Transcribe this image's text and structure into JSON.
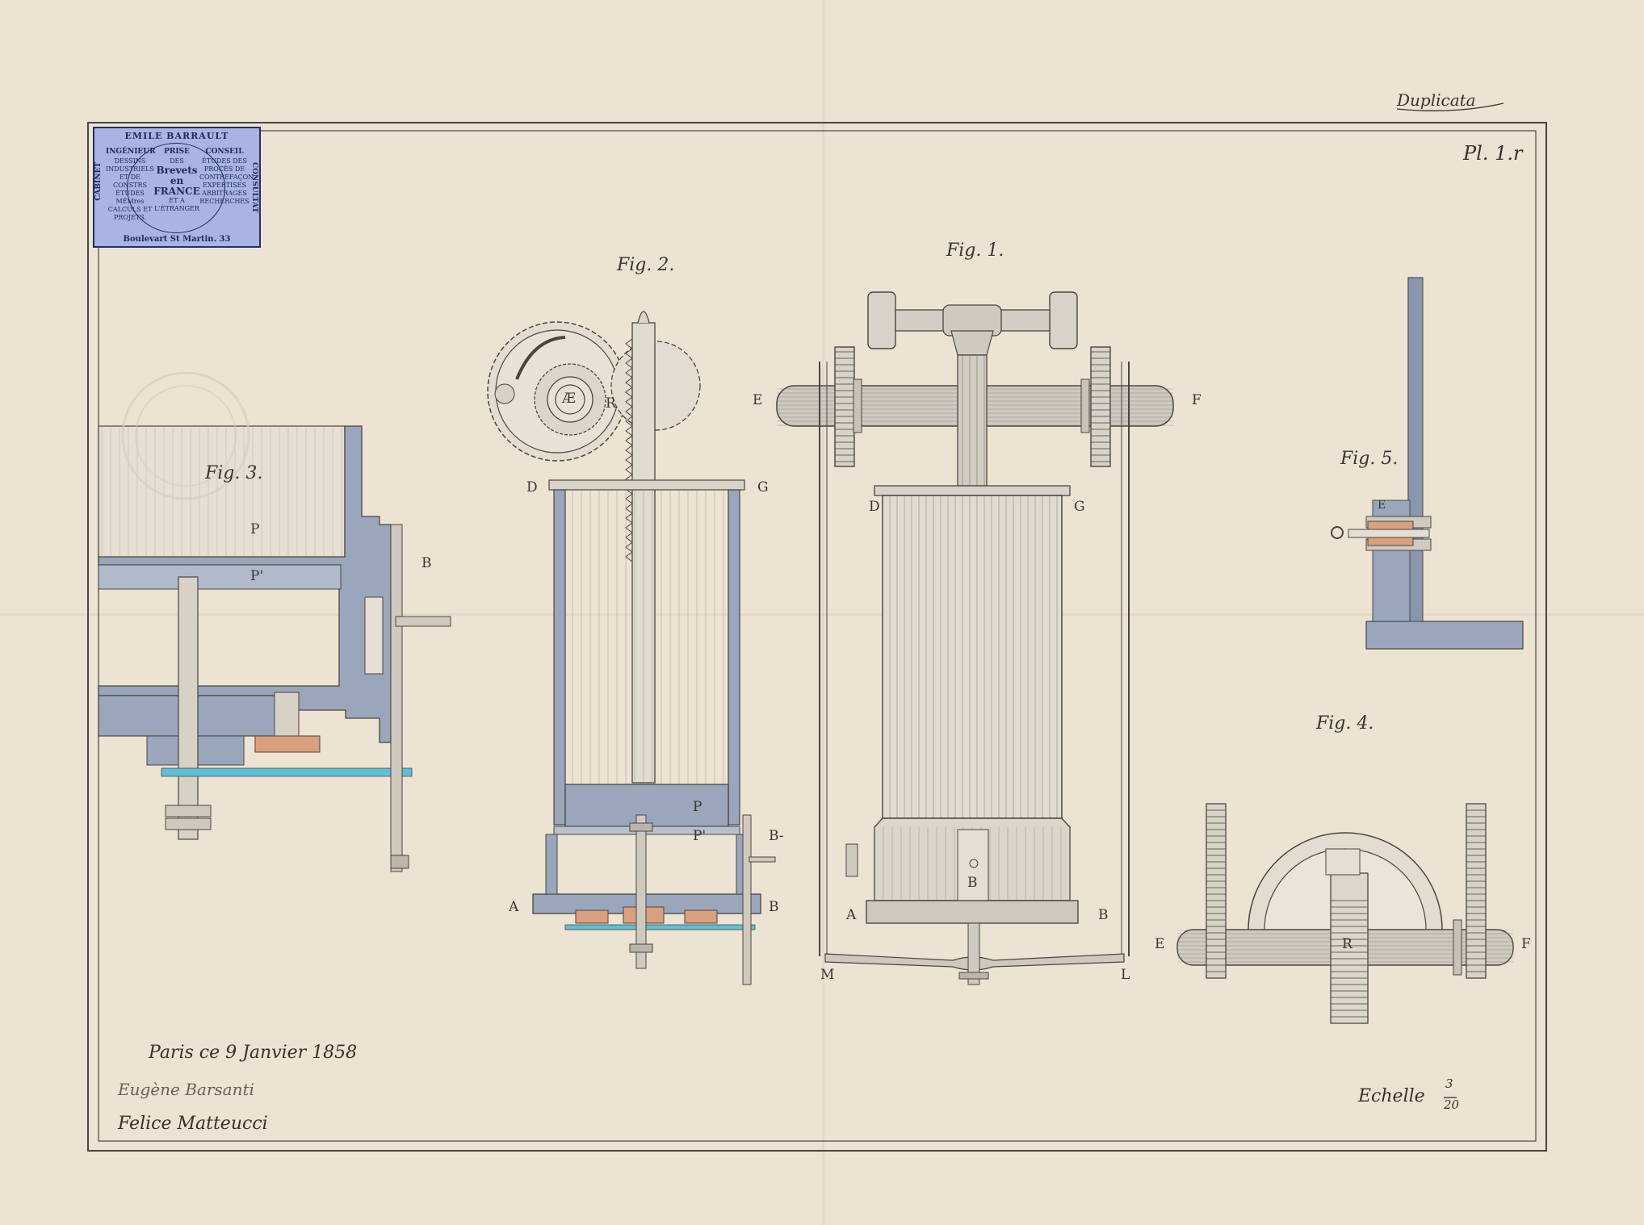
{
  "header": {
    "duplicate_note": "Duplicata",
    "plate_number": "Pl. 1.r"
  },
  "stamp": {
    "name": "EMILE BARRAULT",
    "left_side": "CABINET",
    "right_side": "CONSULTAT",
    "left_head": "INGÉNIEUR",
    "left_lines": [
      "DESSINS",
      "INDUSTRIELS",
      "ET DE CONSTRS",
      "ÉTUDES MÉMres",
      "CALCULS ET",
      "PROJETS."
    ],
    "middle_head": "PRISE",
    "middle_lines": [
      "DES",
      "Brevets",
      "en FRANCE",
      "ET A",
      "L'ÉTRANGER"
    ],
    "right_head": "CONSEIL",
    "right_lines": [
      "ÉTUDES DES",
      "PROCÈS DE",
      "CONTREFAÇON",
      "EXPERTISES",
      "ARBITRAGES",
      "RECHERCHES"
    ],
    "address": "Boulevart St Martin. 33"
  },
  "figures": {
    "fig1": "Fig. 1.",
    "fig2": "Fig. 2.",
    "fig3": "Fig. 3.",
    "fig4": "Fig. 4.",
    "fig5": "Fig. 5."
  },
  "labels": {
    "fig1": {
      "E": "E",
      "F": "F",
      "D": "D",
      "G": "G",
      "A": "A",
      "B_base": "B",
      "B": "B",
      "M": "M",
      "L": "L"
    },
    "fig2": {
      "R": "R",
      "AE": "Æ",
      "D": "D",
      "G": "G",
      "P": "P",
      "P_prime": "P'",
      "A": "A",
      "B": "B",
      "B_upper": "B-"
    },
    "fig3": {
      "P": "P",
      "P_prime": "P'",
      "B": "B"
    },
    "fig4": {
      "E": "E",
      "F": "F",
      "R": "R"
    },
    "fig5": {
      "E": "E"
    }
  },
  "footer": {
    "place_date": "Paris ce 9 Janvier 1858",
    "signature_1": "Eugène Barsanti",
    "signature_2": "Felice Matteucci",
    "scale_label": "Echelle",
    "scale_numerator": "3",
    "scale_denominator": "20"
  },
  "colors": {
    "paper": "#ede3d3",
    "ink": "#3a3530",
    "wash_blue": "#9aa6bb",
    "cyan": "#5ec0d6",
    "copper": "#d9a07e",
    "stamp": "#a9b4e3"
  }
}
